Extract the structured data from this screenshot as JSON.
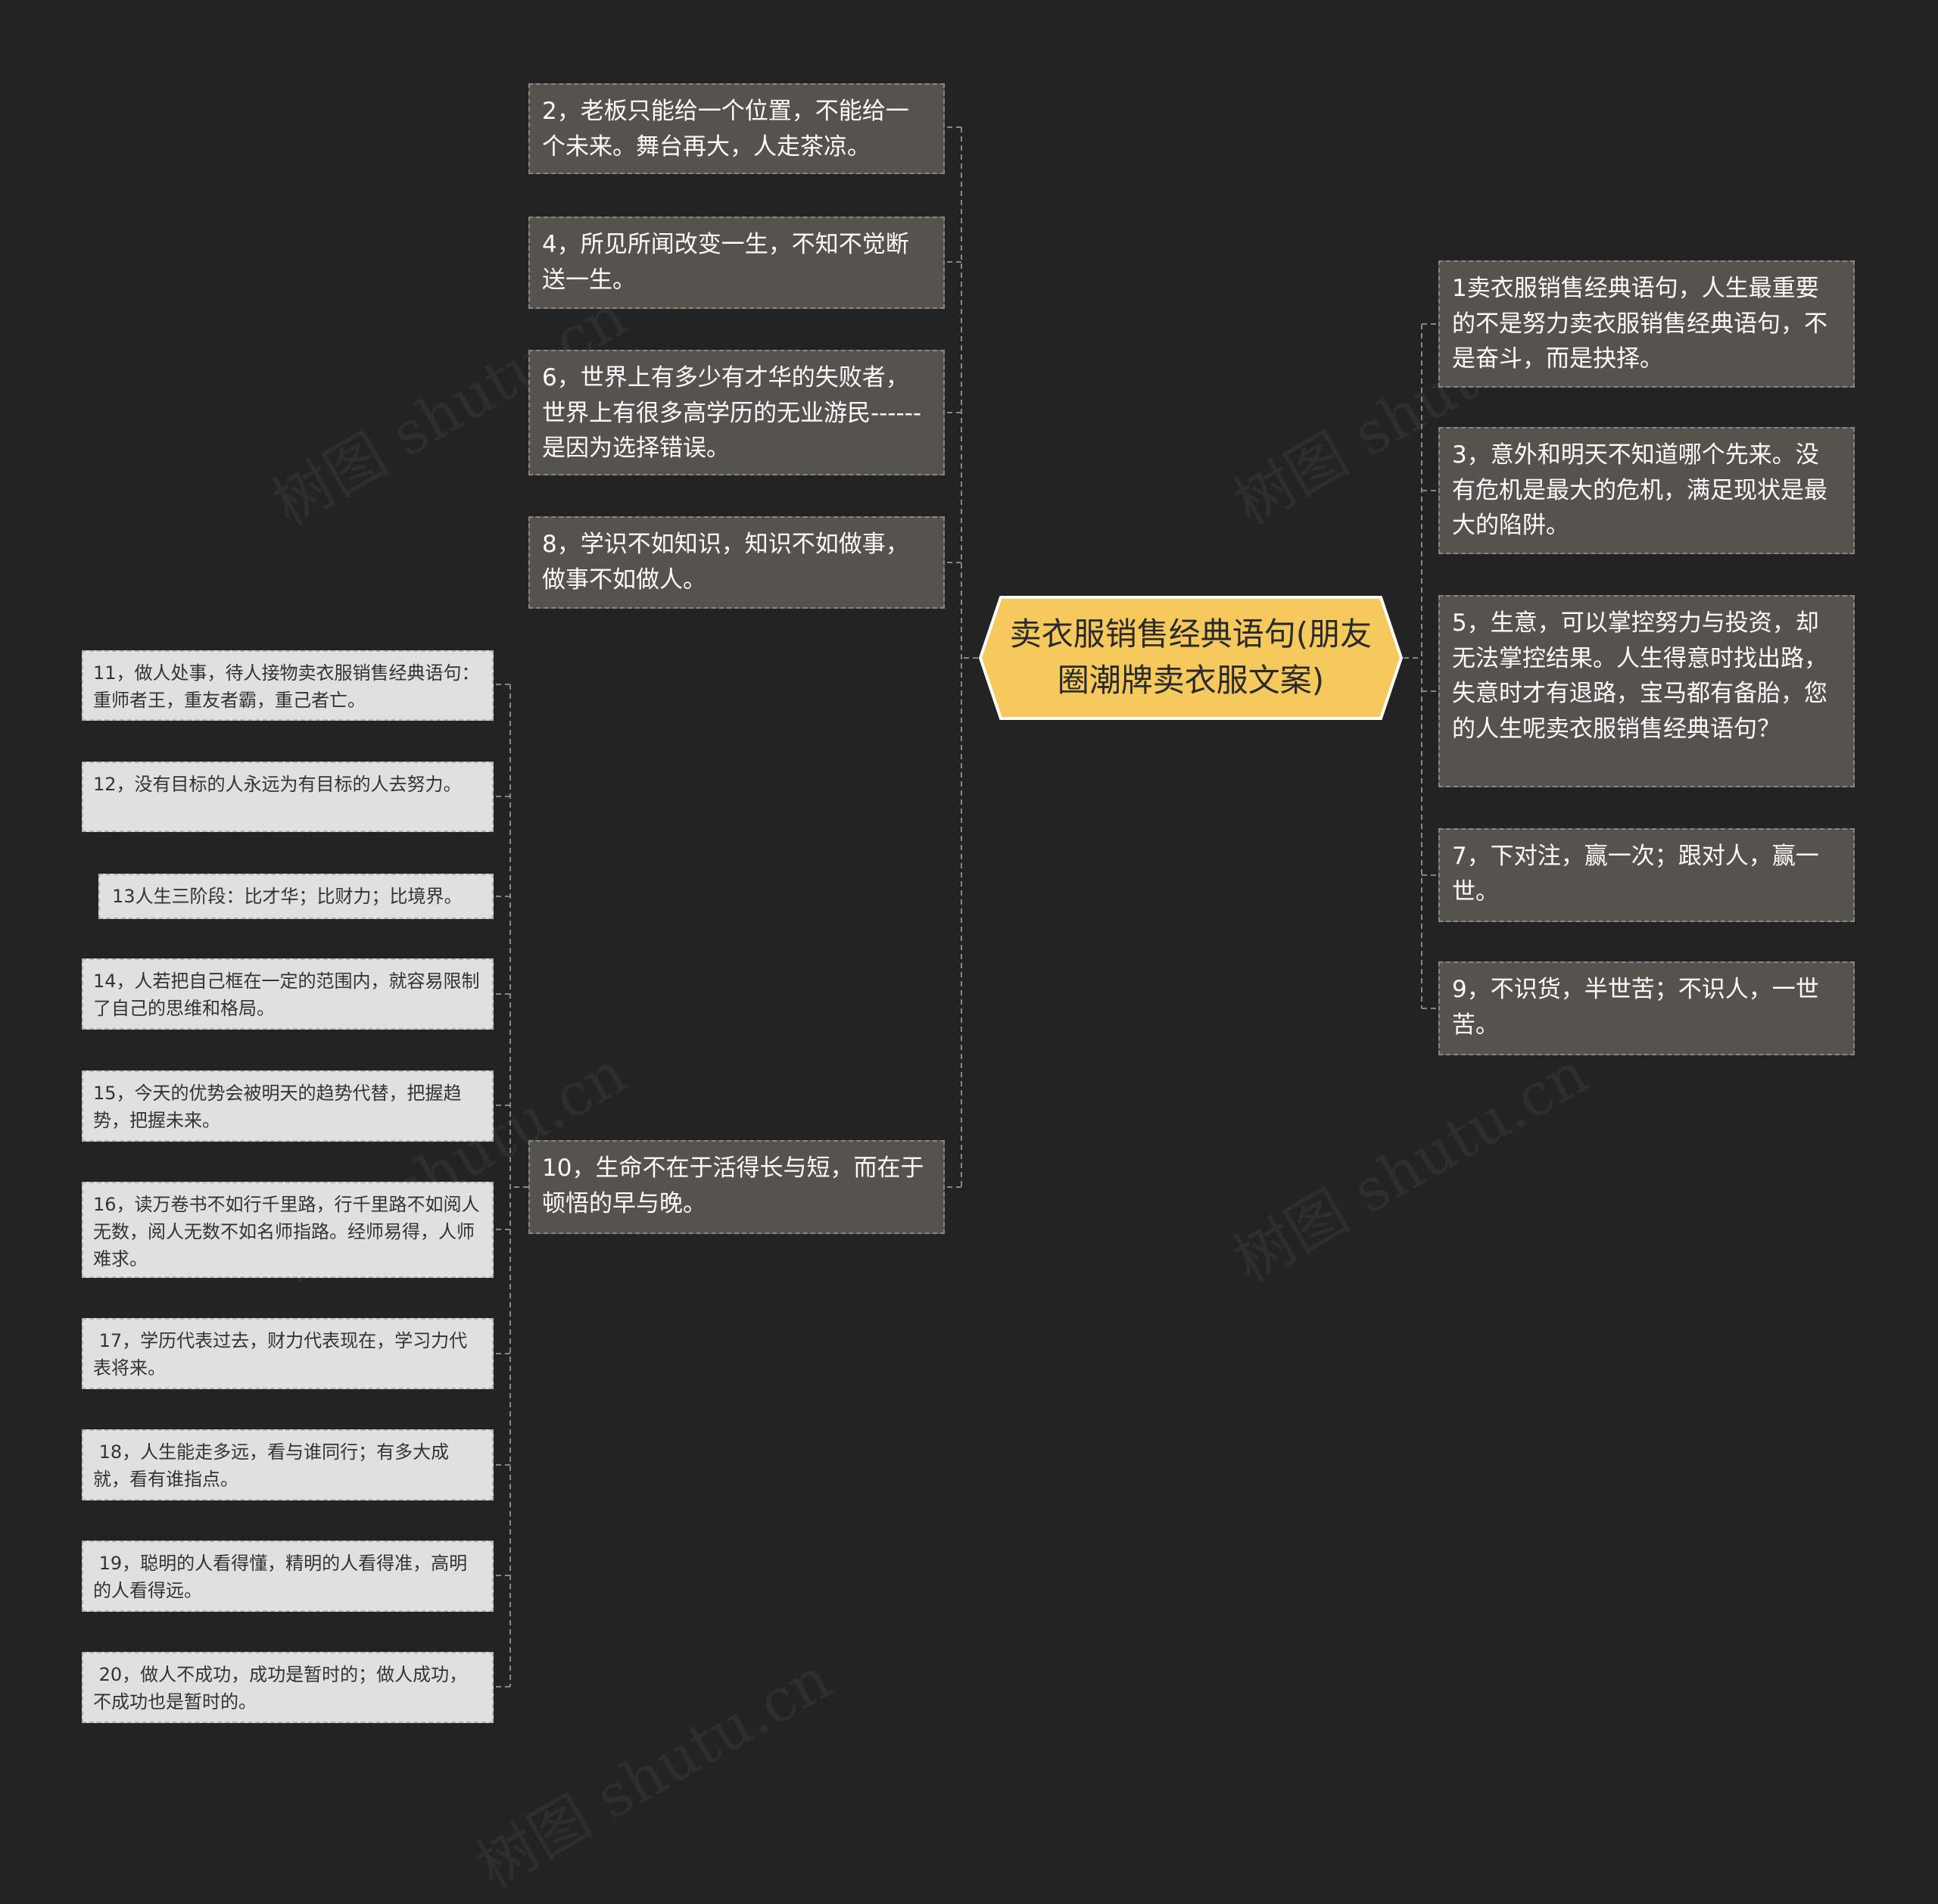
{
  "watermark": "树图 shutu.cn",
  "center": {
    "title": "卖衣服销售经典语句(朋友圈潮牌卖衣服文案)"
  },
  "left_branches": [
    {
      "text": "2，老板只能给一个位置，不能给一个未来。舞台再大，人走茶凉。"
    },
    {
      "text": "4，所见所闻改变一生，不知不觉断送一生。"
    },
    {
      "text": "6，世界上有多少有才华的失败者，世界上有很多高学历的无业游民------是因为选择错误。"
    },
    {
      "text": "8，学识不如知识，知识不如做事，做事不如做人。"
    },
    {
      "text": "10，生命不在于活得长与短，而在于顿悟的早与晚。"
    }
  ],
  "right_branches": [
    {
      "text": "1卖衣服销售经典语句，人生最重要的不是努力卖衣服销售经典语句，不是奋斗，而是抉择。"
    },
    {
      "text": "3，意外和明天不知道哪个先来。没有危机是最大的危机，满足现状是最大的陷阱。"
    },
    {
      "text": "5，生意，可以掌控努力与投资，却无法掌控结果。人生得意时找出路，失意时才有退路，宝马都有备胎，您的人生呢卖衣服销售经典语句？"
    },
    {
      "text": "7，下对注，赢一次；跟对人，赢一世。"
    },
    {
      "text": "9，不识货，半世苦；不识人，一世苦。"
    }
  ],
  "sub_branches": [
    {
      "text": "11，做人处事，待人接物卖衣服销售经典语句：重师者王，重友者霸，重己者亡。"
    },
    {
      "text": "12，没有目标的人永远为有目标的人去努力。"
    },
    {
      "text": "13人生三阶段：比才华；比财力；比境界。"
    },
    {
      "text": "14，人若把自己框在一定的范围内，就容易限制了自己的思维和格局。"
    },
    {
      "text": "15，今天的优势会被明天的趋势代替，把握趋势，把握未来。"
    },
    {
      "text": "16，读万卷书不如行千里路，行千里路不如阅人无数，阅人无数不如名师指路。经师易得，人师难求。"
    },
    {
      "text": " 17，学历代表过去，财力代表现在，学习力代表将来。"
    },
    {
      "text": " 18，人生能走多远，看与谁同行；有多大成就，看有谁指点。"
    },
    {
      "text": " 19，聪明的人看得懂，精明的人看得准，高明的人看得远。"
    },
    {
      "text": " 20，做人不成功，成功是暂时的；做人成功，不成功也是暂时的。"
    }
  ],
  "colors": {
    "background": "#232323",
    "center_fill": "#f5c95c",
    "center_border": "#ffffff",
    "dark_node": "#56534f",
    "light_node": "#e0e0de",
    "connector": "#8a8681"
  }
}
